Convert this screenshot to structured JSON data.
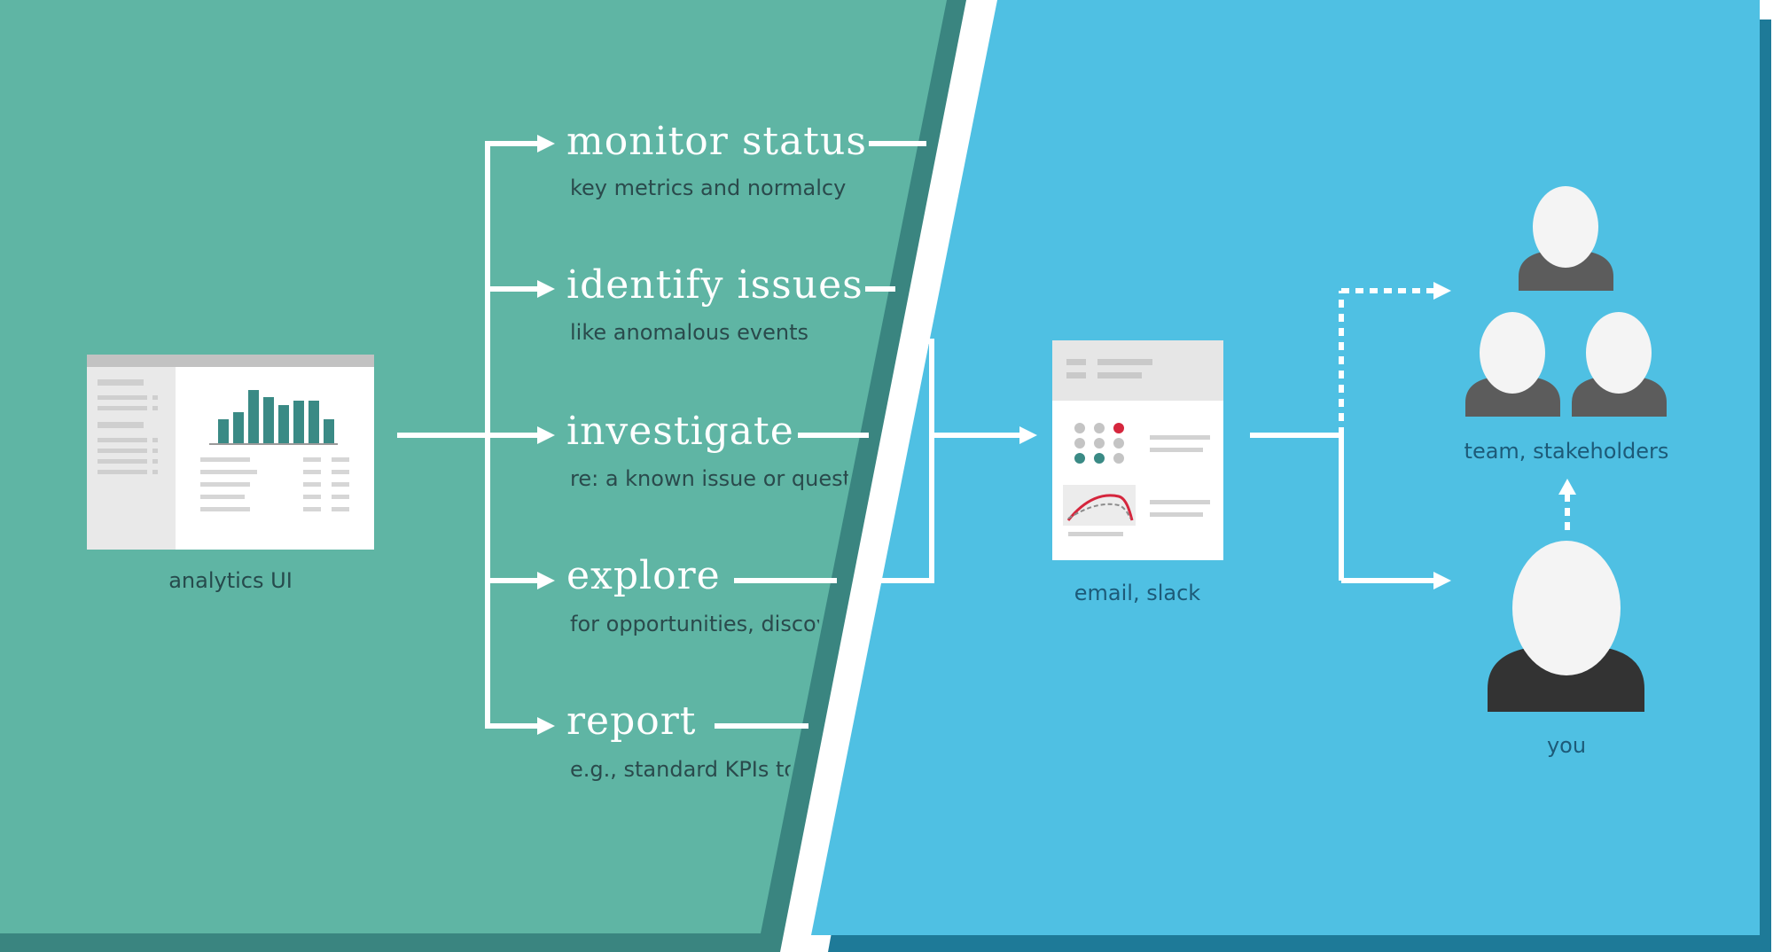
{
  "colors": {
    "green_panel": "#5fb5a4",
    "green_shadow": "#3a8580",
    "blue_panel": "#4fc0e3",
    "blue_shadow": "#1e7a98",
    "teal_bar": "#3a8a85",
    "alert_red": "#d5263d"
  },
  "branches": [
    {
      "title": "monitor status",
      "subtitle": "key metrics and normalcy"
    },
    {
      "title": "identify issues",
      "subtitle": "like anomalous events"
    },
    {
      "title": "investigate",
      "subtitle": "re: a known issue or question"
    },
    {
      "title": "explore",
      "subtitle": "for opportunities, discovery"
    },
    {
      "title": "report",
      "subtitle": "e.g., standard KPIs to audience"
    }
  ],
  "captions": {
    "analytics_ui": "analytics UI",
    "email_slack": "email, slack",
    "team": "team, stakeholders",
    "you": "you"
  },
  "icons": {
    "analytics_ui": "dashboard-screen-icon",
    "report": "report-document-icon",
    "person": "person-silhouette-icon"
  }
}
